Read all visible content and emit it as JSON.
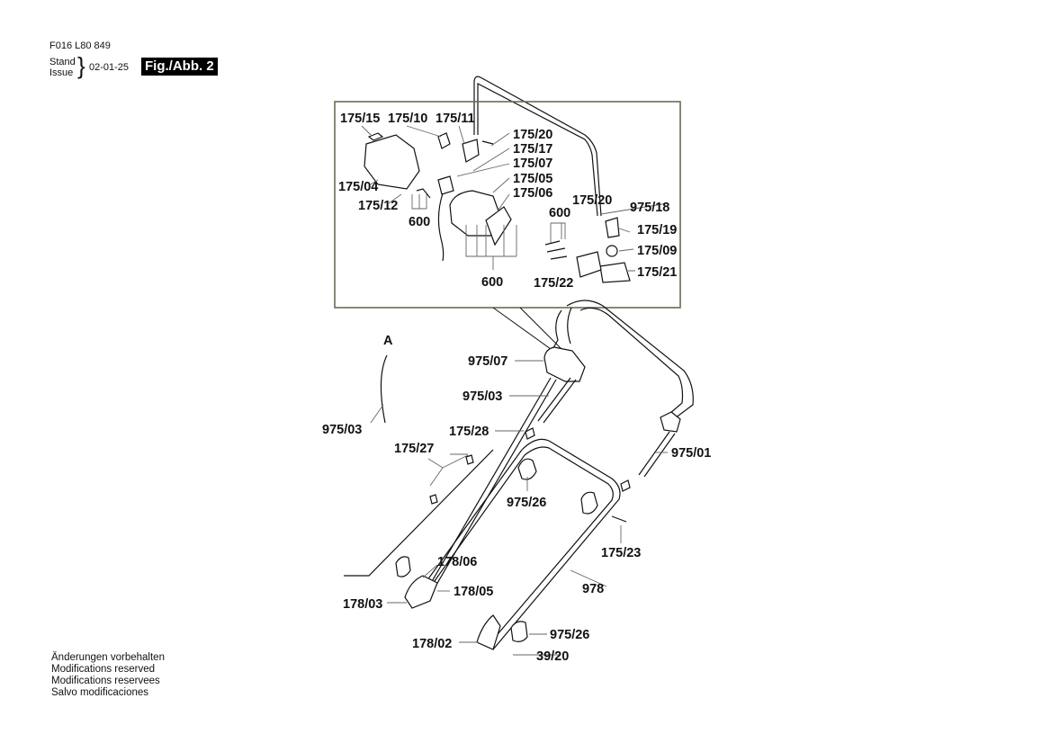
{
  "header": {
    "doc_code": "F016 L80 849",
    "stand_label": "Stand",
    "issue_label": "Issue",
    "brace": "}",
    "date": "02-01-25",
    "figure_label": "Fig./Abb. 2"
  },
  "notes": [
    "Änderungen vorbehalten",
    "Modifications reserved",
    "Modifications reservees",
    "Salvo modificaciones"
  ],
  "colors": {
    "detail_box_border": "#6b6b55",
    "line": "#111111",
    "leader": "#666666",
    "badge_bg": "#000000",
    "badge_text": "#ffffff"
  },
  "detail_box": {
    "labels": [
      {
        "id": "175-15",
        "text": "175/15"
      },
      {
        "id": "175-10",
        "text": "175/10"
      },
      {
        "id": "175-11",
        "text": "175/11"
      },
      {
        "id": "175-20a",
        "text": "175/20"
      },
      {
        "id": "175-17",
        "text": "175/17"
      },
      {
        "id": "175-07",
        "text": "175/07"
      },
      {
        "id": "175-04",
        "text": "175/04"
      },
      {
        "id": "175-05",
        "text": "175/05"
      },
      {
        "id": "175-06",
        "text": "175/06"
      },
      {
        "id": "175-12",
        "text": "175/12"
      },
      {
        "id": "600a",
        "text": "600"
      },
      {
        "id": "600b",
        "text": "600"
      },
      {
        "id": "600c",
        "text": "600"
      },
      {
        "id": "175-20b",
        "text": "175/20"
      },
      {
        "id": "975-18",
        "text": "975/18"
      },
      {
        "id": "175-19",
        "text": "175/19"
      },
      {
        "id": "175-09",
        "text": "175/09"
      },
      {
        "id": "175-21",
        "text": "175/21"
      },
      {
        "id": "175-22",
        "text": "175/22"
      }
    ]
  },
  "main_labels": [
    {
      "id": "A",
      "text": "A"
    },
    {
      "id": "975-03a",
      "text": "975/03"
    },
    {
      "id": "975-07",
      "text": "975/07"
    },
    {
      "id": "975-03b",
      "text": "975/03"
    },
    {
      "id": "175-28",
      "text": "175/28"
    },
    {
      "id": "175-27",
      "text": "175/27"
    },
    {
      "id": "975-01",
      "text": "975/01"
    },
    {
      "id": "975-26a",
      "text": "975/26"
    },
    {
      "id": "175-23",
      "text": "175/23"
    },
    {
      "id": "178-06",
      "text": "178/06"
    },
    {
      "id": "178-05",
      "text": "178/05"
    },
    {
      "id": "178-03",
      "text": "178/03"
    },
    {
      "id": "978",
      "text": "978"
    },
    {
      "id": "178-02",
      "text": "178/02"
    },
    {
      "id": "975-26b",
      "text": "975/26"
    },
    {
      "id": "39-20",
      "text": "39/20"
    }
  ]
}
